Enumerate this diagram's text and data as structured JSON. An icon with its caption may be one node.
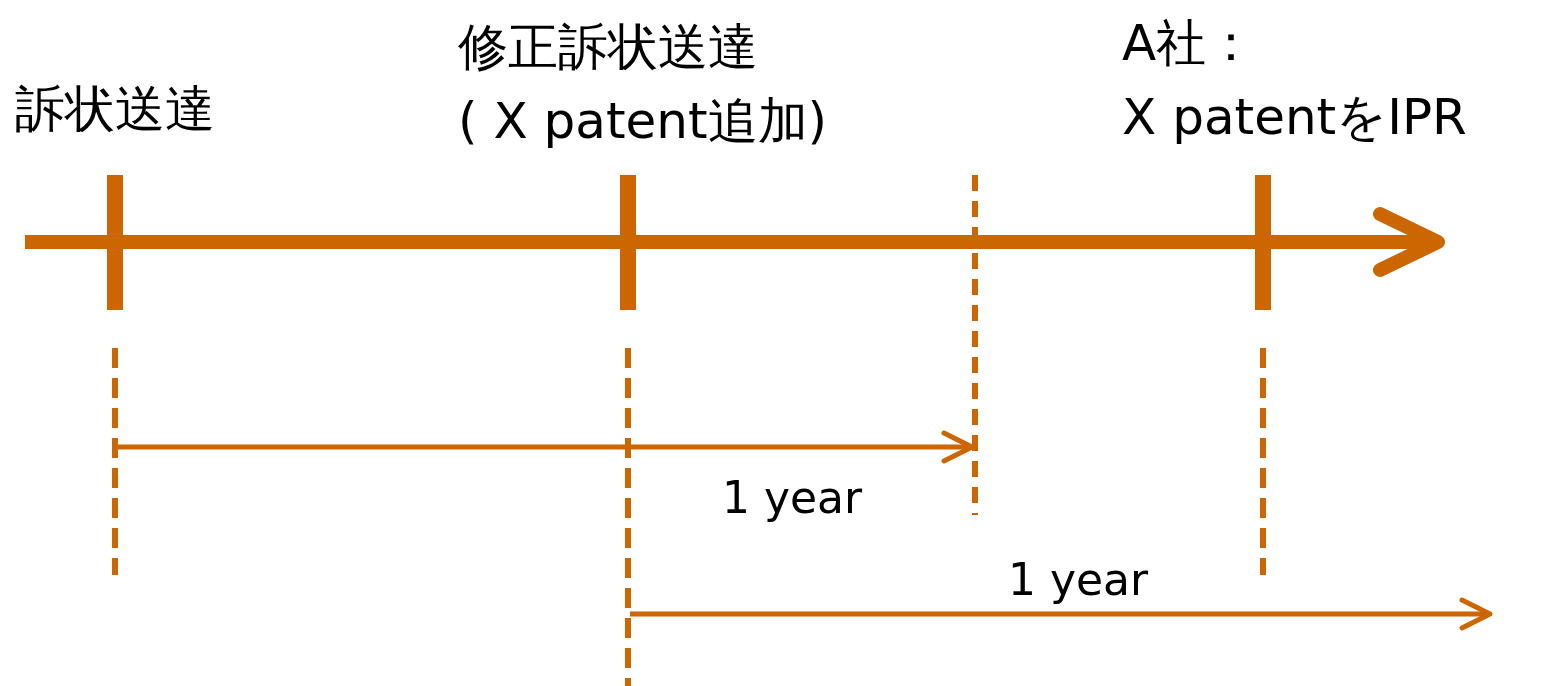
{
  "diagram": {
    "nodes": [
      {
        "text": [
          "訴状送達"
        ]
      },
      {
        "text": [
          "修正訴状送達 ( X patent追加)"
        ]
      },
      {
        "text": [
          "A社： X patentをIPR"
        ]
      }
    ],
    "labels": [
      "1 year",
      "1 year"
    ]
  }
}
